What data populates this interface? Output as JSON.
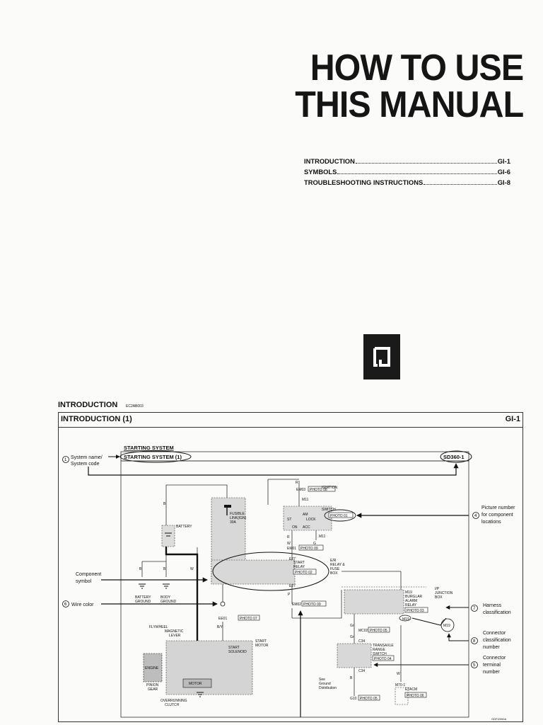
{
  "title": {
    "line1": "HOW TO USE",
    "line2": "THIS MANUAL"
  },
  "toc": [
    {
      "label": "INTRODUCTION",
      "page": "GI-1"
    },
    {
      "label": "SYMBOLS",
      "page": "GI-6"
    },
    {
      "label": "TROUBLESHOOTING INSTRUCTIONS",
      "page": "GI-8"
    }
  ],
  "logo_glyph": "G",
  "section": {
    "heading": "INTRODUCTION",
    "code": "EC2AB003"
  },
  "frame": {
    "title": "INTRODUCTION (1)",
    "page": "GI-1"
  },
  "diagram": {
    "system_label_top": "STARTING SYSTEM",
    "system_name_box": "STARTING SYSTEM (1)",
    "sheet_code": "SD360-1",
    "callouts": {
      "c1_num": "1",
      "c1_line1": "System name/",
      "c1_line2": "System code",
      "c4_num": "4",
      "c4_line1": "Picture number",
      "c4_line2": "for component",
      "c4_line3": "locations",
      "component_line1": "Component",
      "component_line2": "symbol",
      "c6_num": "6",
      "c6_text": "Wire color",
      "c7_num": "7",
      "c7_line1": "Harness",
      "c7_line2": "classification",
      "c8_num": "8",
      "c8_line1": "Connector",
      "c8_line2": "classification",
      "c8_line3": "number",
      "c5_num": "5",
      "c5_line1": "Connector",
      "c5_line2": "terminal",
      "c5_line3": "number"
    },
    "labels": {
      "em03": "EM03",
      "photo08": "PHOTO 08",
      "m11": "M11",
      "ign1": "IGNITION",
      "ign2": "SWITCH",
      "photo01": "PHOTO 01",
      "am": "AM",
      "lock": "LOCK",
      "st": "ST",
      "on": "ON",
      "acc": "ACC",
      "fus1": "FUSIBLE",
      "fus2": "LINK(IGN)",
      "fus3": "30A",
      "battery": "BATTERY",
      "em01": "EM01",
      "photo09": "PHOTO 09",
      "er1": "E/R",
      "er2": "RELAY &",
      "er3": "FUSE",
      "er4": "BOX",
      "e27": "E27",
      "start1": "START",
      "start2": "RELAY",
      "photo02": "PHOTO 02",
      "bg1": "BATTERY",
      "bg2": "GROUND",
      "bdy1": "BODY",
      "bdy2": "GROUND",
      "em02": "EM02",
      "photo09b": "PHOTO 09",
      "ee01": "EE01",
      "photo07": "PHOTO 07",
      "fly": "FLYWHEEL",
      "mag1": "MAGNETIC",
      "mag2": "LEVER",
      "sm1": "START",
      "sm2": "MOTOR",
      "ss1": "START",
      "ss2": "SOLENOID",
      "engine": "ENGINE",
      "motor": "MOTOR",
      "pin1": "PINION",
      "pin2": "GEAR",
      "oc1": "OVERRUNNING",
      "oc2": "CLUTCH",
      "ip1": "I/P",
      "ip2": "JUNCTION",
      "ip3": "BOX",
      "m19": "M19",
      "ba1": "BURGLAR",
      "ba2": "ALARM",
      "ba3": "RELAY",
      "photo03": "PHOTO 03",
      "mc02": "MC02",
      "photo05": "PHOTO 05",
      "c34": "C34",
      "tr1": "TRANSAXLE",
      "tr2": "RANGE",
      "tr3": "SWITCH",
      "photo04": "PHOTO 04",
      "sg1": "See",
      "sg2": "Ground",
      "sg3": "Distribution",
      "m70": "M70-1",
      "etacm": "ETACM",
      "photo06": "PHOTO 06",
      "g10": "G10",
      "photo05b": "PHOTO 05",
      "wire_b": "B",
      "wire_r": "R",
      "wire_w": "W",
      "wire_g": "G",
      "wire_p": "P",
      "wire_gr": "Gr",
      "wire_by": "B/Y",
      "m19c": "M19",
      "figcode": "GDFI2000A"
    }
  }
}
